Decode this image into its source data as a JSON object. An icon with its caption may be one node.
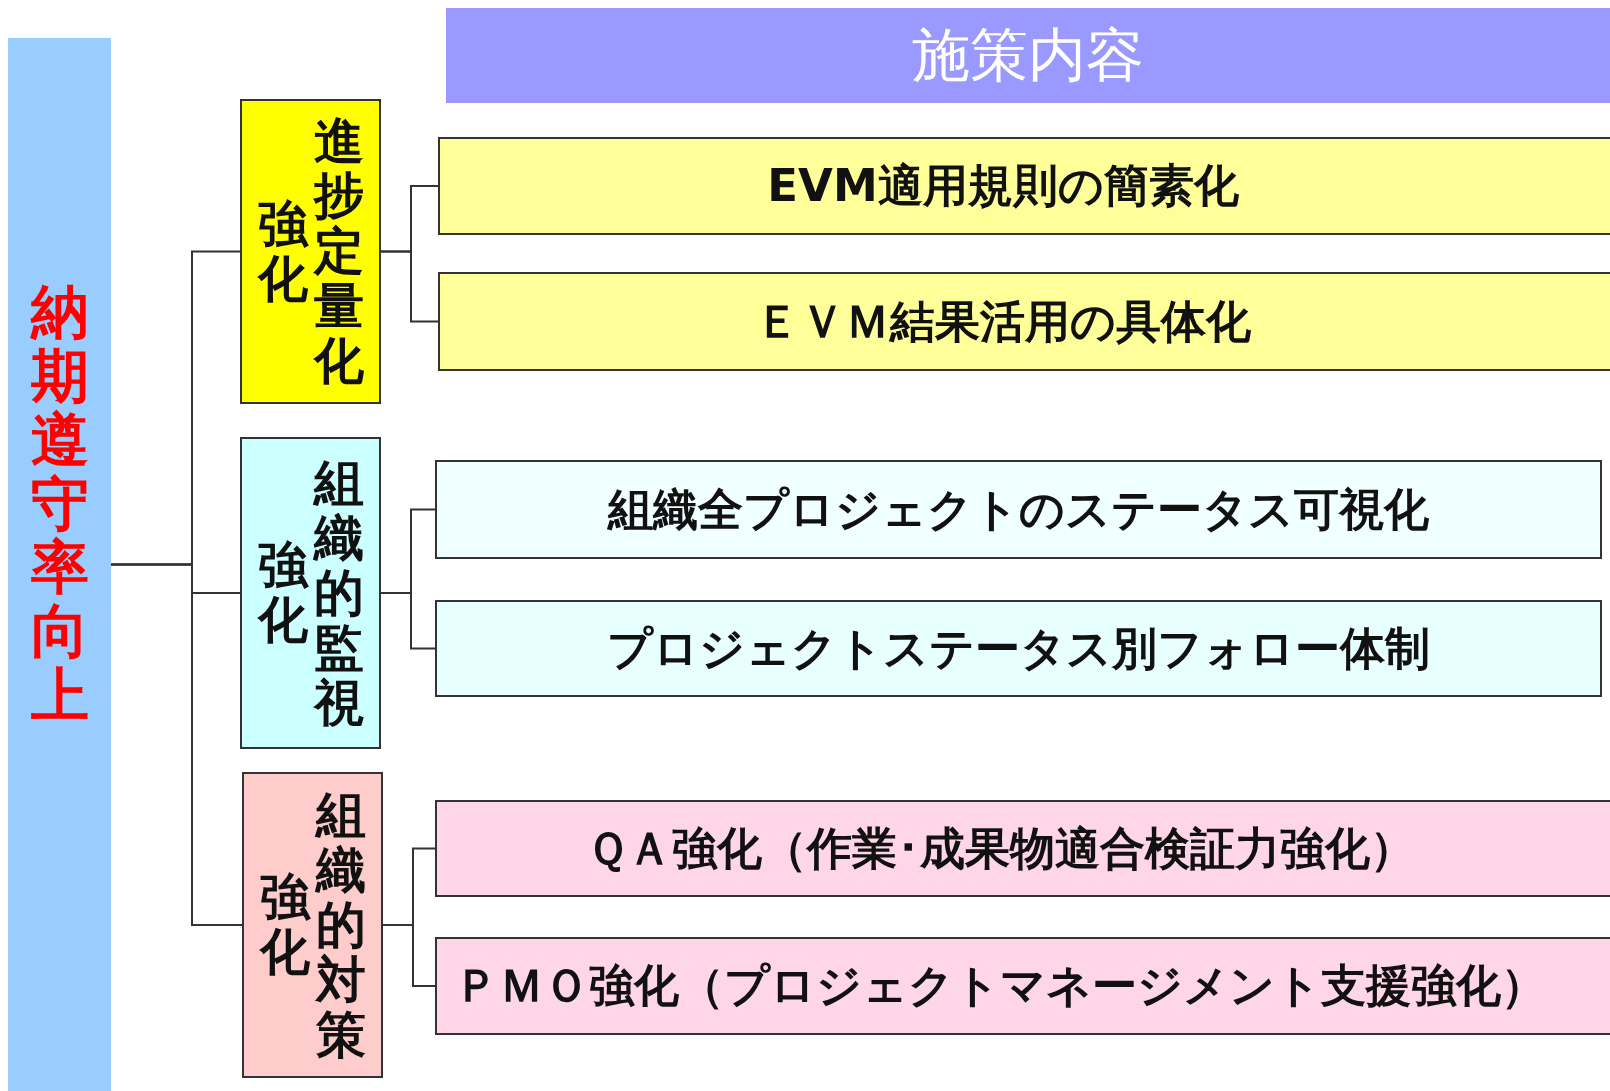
{
  "diagram": {
    "nodes": [
      {
        "text": [
          "納期遵守率向上"
        ]
      },
      {
        "text": [
          "施策内容"
        ]
      },
      {
        "text": [
          "進捗定量化強化"
        ]
      },
      {
        "text": [
          "EVM適用規則の簡素化"
        ]
      },
      {
        "text": [
          "ＥＶＭ結果活用の具体化"
        ]
      },
      {
        "text": [
          "組織的監視強化"
        ]
      },
      {
        "text": [
          "組織全プロジェクトのステータス可視化"
        ]
      },
      {
        "text": [
          "プロジェクトステータス別フォロー体制"
        ]
      },
      {
        "text": [
          "組織的対策強化"
        ]
      },
      {
        "text": [
          "ＱＡ強化（作業･成果物適合検証力強化）"
        ]
      },
      {
        "text": [
          "ＰＭＯ強化（プロジェクトマネージメント支援強化）"
        ]
      }
    ],
    "edges": [
      {
        "from": 0,
        "to": 2,
        "arrow": "none"
      },
      {
        "from": 0,
        "to": 5,
        "arrow": "none"
      },
      {
        "from": 0,
        "to": 8,
        "arrow": "none"
      },
      {
        "from": 2,
        "to": 3,
        "arrow": "none"
      },
      {
        "from": 2,
        "to": 4,
        "arrow": "none"
      },
      {
        "from": 5,
        "to": 6,
        "arrow": "none"
      },
      {
        "from": 5,
        "to": 7,
        "arrow": "none"
      },
      {
        "from": 8,
        "to": 9,
        "arrow": "none"
      },
      {
        "from": 8,
        "to": 10,
        "arrow": "none"
      }
    ]
  }
}
